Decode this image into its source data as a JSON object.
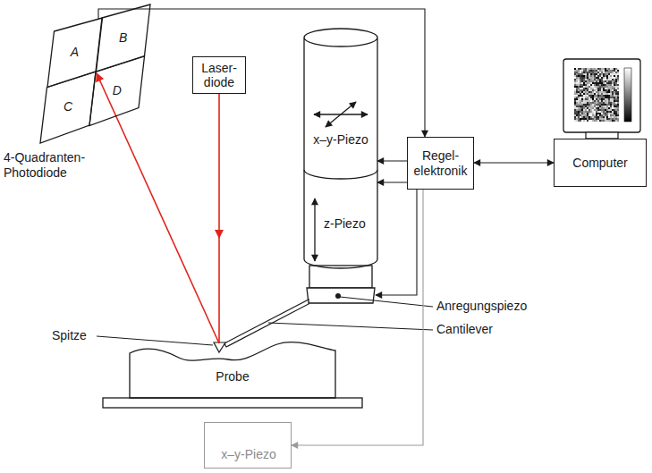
{
  "diagram": {
    "nodes": [
      {
        "text": [
          "A"
        ]
      },
      {
        "text": [
          "B"
        ]
      },
      {
        "text": [
          "C"
        ]
      },
      {
        "text": [
          "D"
        ]
      },
      {
        "text": [
          "Laser- diode"
        ]
      },
      {
        "text": [
          "x–y-Piezo"
        ]
      },
      {
        "text": [
          "z-Piezo"
        ]
      },
      {
        "text": [
          "Regel- elektronik"
        ]
      },
      {
        "text": [
          "Computer"
        ]
      },
      {
        "text": [
          "Probe"
        ]
      },
      {
        "text": [
          "x–y-Piezo"
        ]
      }
    ],
    "edges": [
      {
        "from": 0,
        "to": 7,
        "arrow": "to"
      },
      {
        "from": 7,
        "to": 5,
        "arrow": "to"
      },
      {
        "from": 7,
        "to": 6,
        "arrow": "to"
      },
      {
        "from": 7,
        "to": 8,
        "arrow": "both"
      },
      {
        "from": 7,
        "to": 10,
        "arrow": "to"
      }
    ],
    "labels": [
      "4-Quadranten- Photodiode",
      "Spitze",
      "Anregungspiezo",
      "Cantilever"
    ]
  }
}
